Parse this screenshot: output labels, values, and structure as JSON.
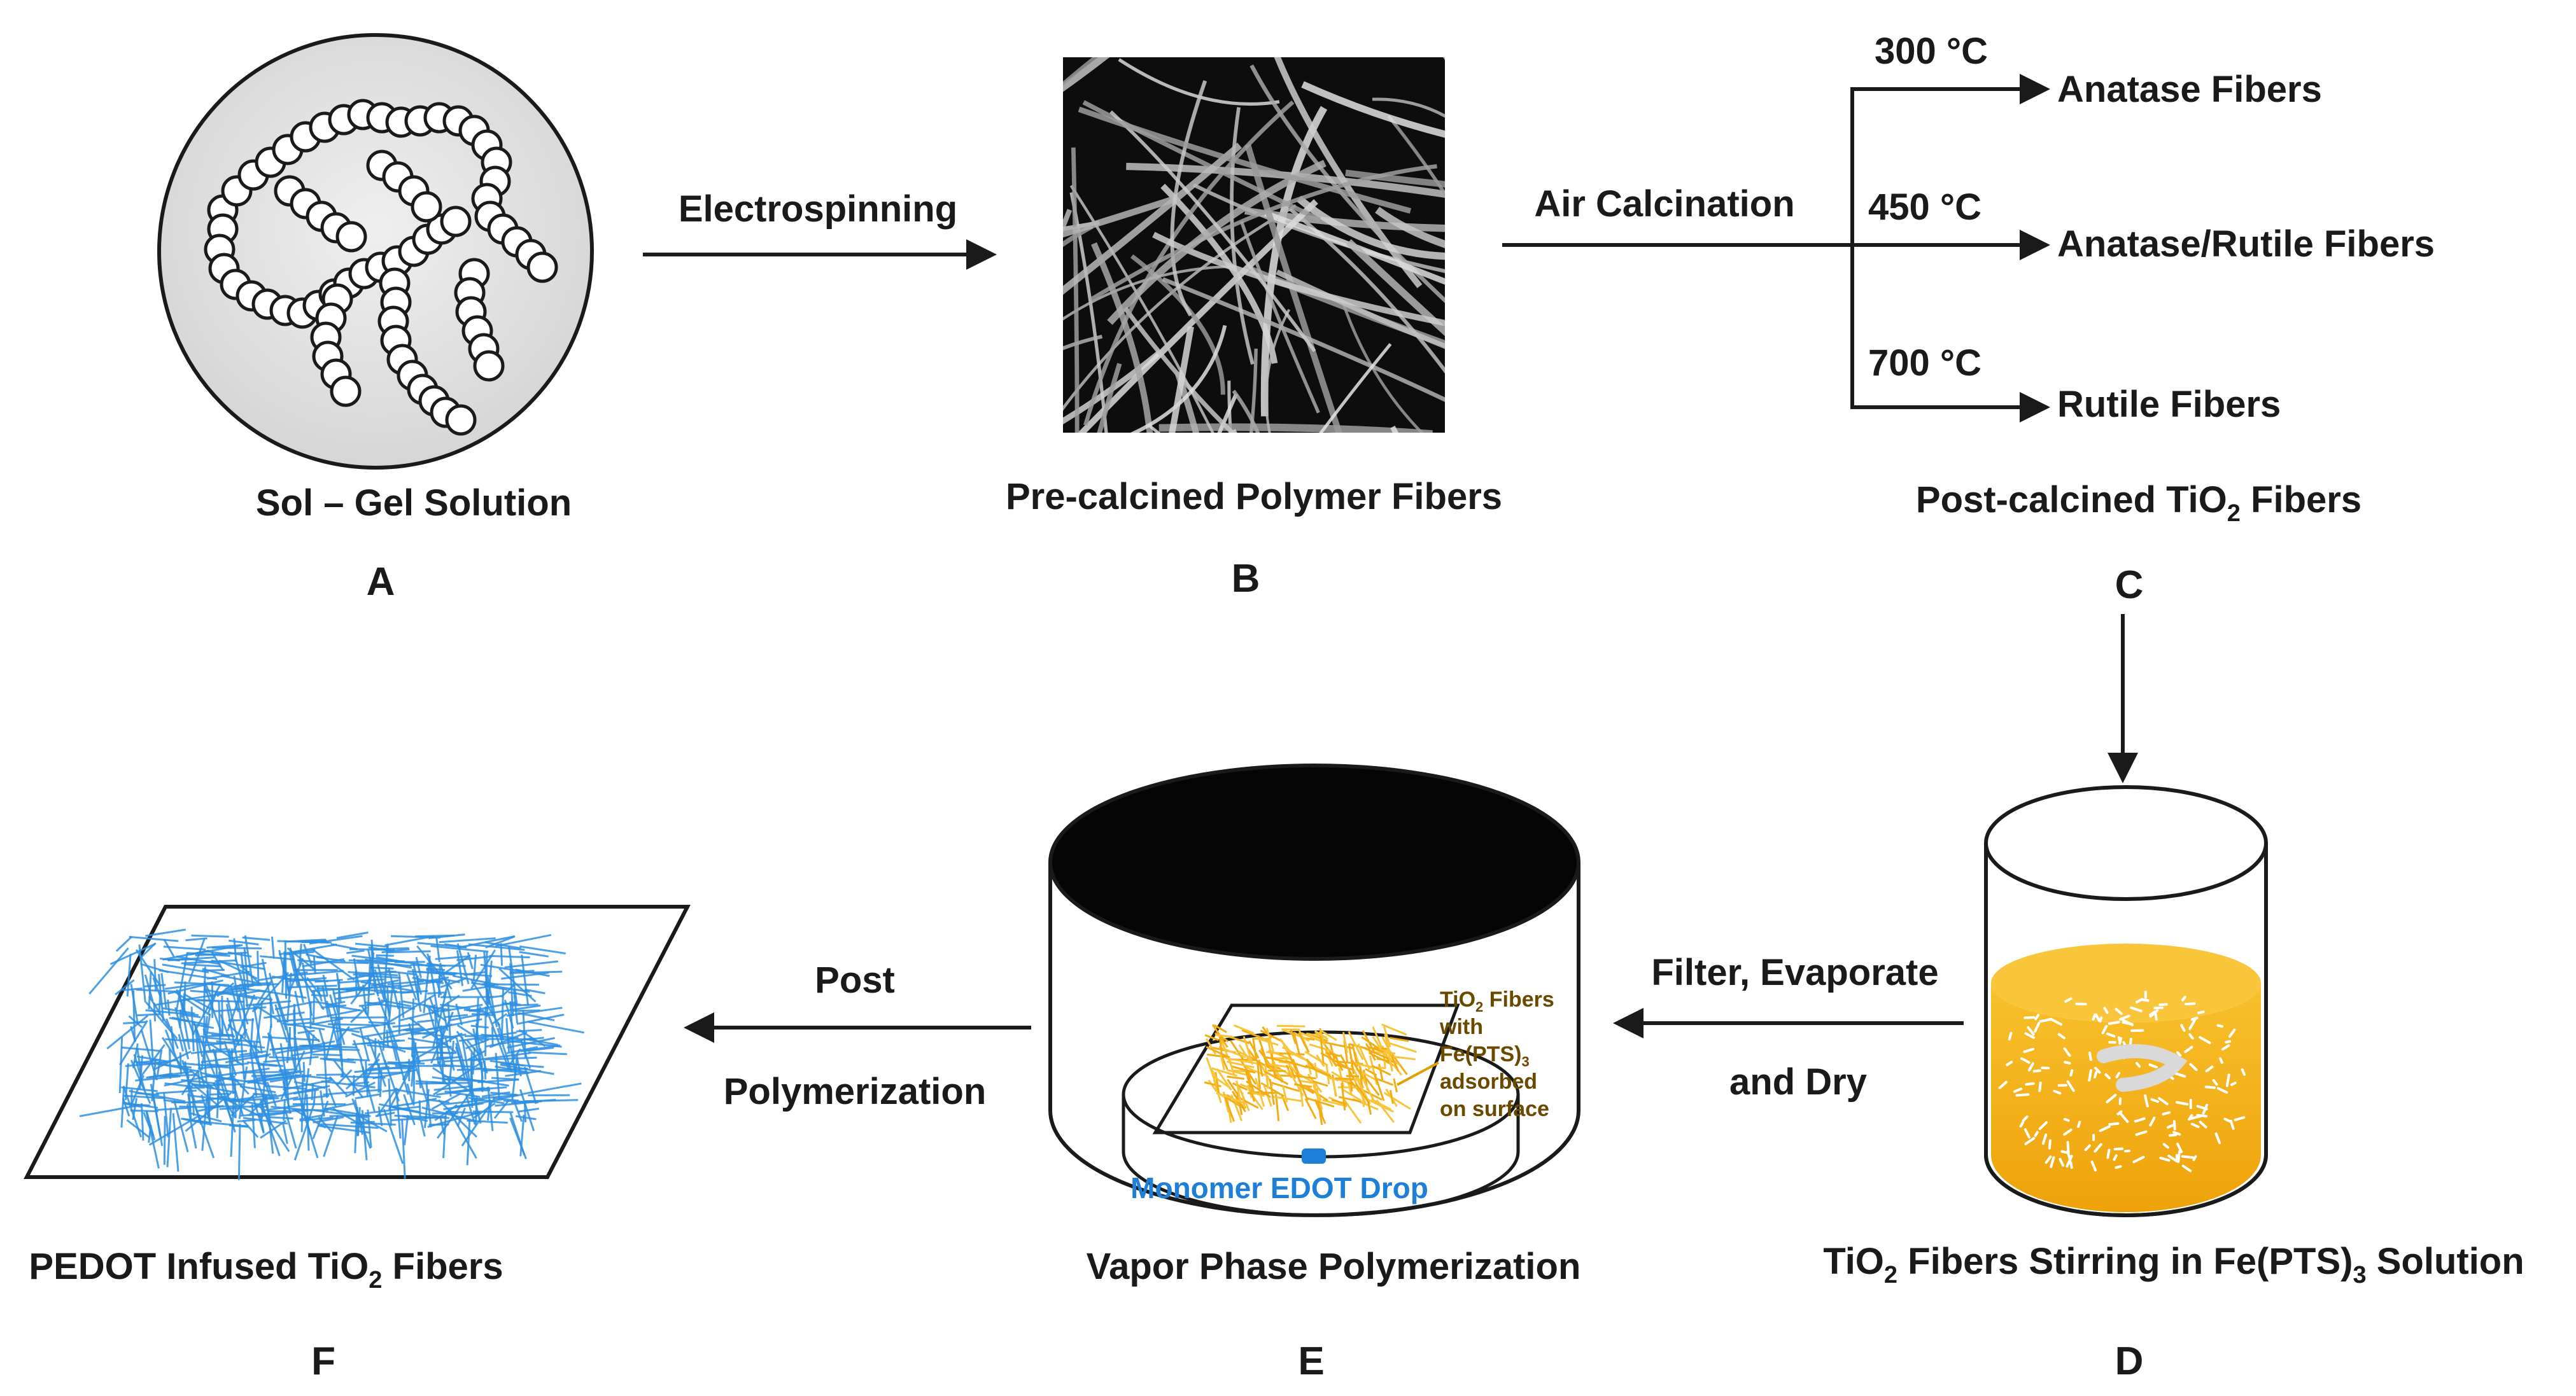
{
  "stage_a": {
    "label": "Sol – Gel Solution",
    "letter": "A"
  },
  "stage_b": {
    "label": "Pre-calcined Polymer Fibers",
    "letter": "B"
  },
  "stage_c": {
    "label": "Post-calcined TiO",
    "sub": "2",
    "label_tail": " Fibers",
    "letter": "C"
  },
  "stage_d": {
    "label_pre": "TiO",
    "sub1": "2",
    "label_mid": " Fibers Stirring in Fe(PTS)",
    "sub2": "3",
    "label_tail": " Solution",
    "letter": "D"
  },
  "stage_e": {
    "label": "Vapor Phase Polymerization",
    "letter": "E"
  },
  "stage_f": {
    "label_pre": "PEDOT Infused TiO",
    "sub": "2",
    "label_tail": " Fibers",
    "letter": "F"
  },
  "arrows": {
    "a_to_b": "Electrospinning",
    "b_to_c": "Air Calcination",
    "d_to_e_line1": "Filter, Evaporate",
    "d_to_e_line2": "and Dry",
    "e_to_f_line1": "Post",
    "e_to_f_line2": "Polymerization"
  },
  "branches": [
    {
      "temp": "300 °C",
      "product": "Anatase Fibers"
    },
    {
      "temp": "450 °C",
      "product": "Anatase/Rutile Fibers"
    },
    {
      "temp": "700 °C",
      "product": "Rutile Fibers"
    }
  ],
  "vessel_e": {
    "note_line1_pre": "TiO",
    "note_line1_sub": "2",
    "note_line1_tail": " Fibers",
    "note_line2": "with",
    "note_line3_pre": "Fe(PTS)",
    "note_line3_sub": "3",
    "note_line4": "adsorbed",
    "note_line5": "on surface",
    "drop_label": "Monomer EDOT Drop"
  },
  "colors": {
    "fiber_blue": "#2e8fe0",
    "solution_orange": "#f5b21b",
    "edot_blue": "#1e7fd8"
  }
}
